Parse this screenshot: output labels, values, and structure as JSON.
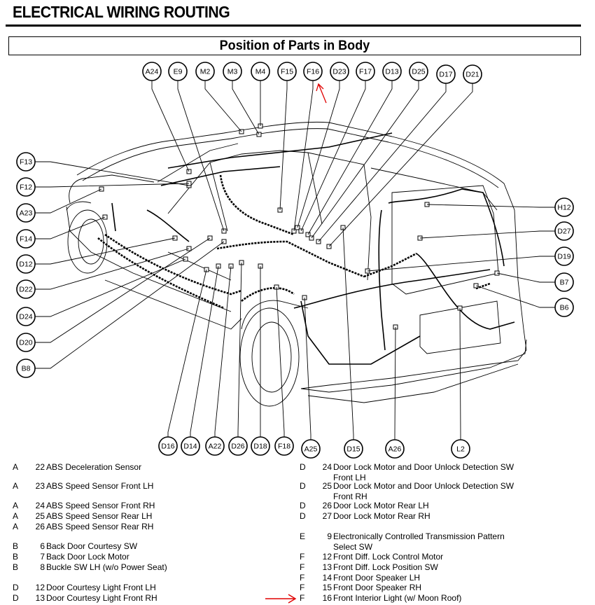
{
  "header": {
    "title": "ELECTRICAL WIRING ROUTING",
    "section": "Position of Parts in Body"
  },
  "diagram": {
    "callouts_top": [
      "A24",
      "E9",
      "M2",
      "M3",
      "M4",
      "F15",
      "F16",
      "D23",
      "F17",
      "D13",
      "D25",
      "D17",
      "D21"
    ],
    "callouts_left": [
      "F13",
      "F12",
      "A23",
      "F14",
      "D12",
      "D22",
      "D24",
      "D20",
      "B8"
    ],
    "callouts_right": [
      "H12",
      "D27",
      "D19",
      "B7",
      "B6"
    ],
    "callouts_bottom": [
      "D16",
      "D14",
      "A22",
      "D26",
      "D18",
      "F18",
      "A25",
      "D15",
      "A26",
      "L2"
    ],
    "highlighted_callout": "F16",
    "highlight_color": "#e00000"
  },
  "legend_left": [
    {
      "letter": "A",
      "num": "22",
      "desc": "ABS Deceleration Sensor"
    },
    {
      "letter": "A",
      "num": "23",
      "desc": "ABS Speed Sensor Front LH"
    },
    {
      "letter": "A",
      "num": "24",
      "desc": "ABS Speed Sensor Front RH"
    },
    {
      "letter": "A",
      "num": "25",
      "desc": "ABS Speed Sensor Rear LH"
    },
    {
      "letter": "A",
      "num": "26",
      "desc": "ABS Speed Sensor Rear RH"
    },
    {
      "letter": "B",
      "num": "6",
      "desc": "Back Door Courtesy SW"
    },
    {
      "letter": "B",
      "num": "7",
      "desc": "Back Door Lock Motor"
    },
    {
      "letter": "B",
      "num": "8",
      "desc": "Buckle SW LH (w/o Power Seat)"
    },
    {
      "letter": "D",
      "num": "12",
      "desc": "Door Courtesy Light Front LH"
    },
    {
      "letter": "D",
      "num": "13",
      "desc": "Door Courtesy Light Front RH"
    }
  ],
  "legend_right": [
    {
      "letter": "D",
      "num": "24",
      "desc": "Door Lock Motor and Door Unlock Detection SW\nFront LH"
    },
    {
      "letter": "D",
      "num": "25",
      "desc": "Door Lock Motor and Door Unlock Detection SW\nFront RH"
    },
    {
      "letter": "D",
      "num": "26",
      "desc": "Door Lock Motor Rear LH"
    },
    {
      "letter": "D",
      "num": "27",
      "desc": "Door Lock Motor Rear RH"
    },
    {
      "letter": "E",
      "num": "9",
      "desc": "Electronically Controlled Transmission Pattern\nSelect SW"
    },
    {
      "letter": "F",
      "num": "12",
      "desc": "Front Diff. Lock Control Motor"
    },
    {
      "letter": "F",
      "num": "13",
      "desc": "Front Diff. Lock Position SW"
    },
    {
      "letter": "F",
      "num": "14",
      "desc": "Front Door Speaker LH"
    },
    {
      "letter": "F",
      "num": "15",
      "desc": "Front Door Speaker RH"
    },
    {
      "letter": "F",
      "num": "16",
      "desc": "Front Interior Light (w/ Moon Roof)"
    }
  ]
}
